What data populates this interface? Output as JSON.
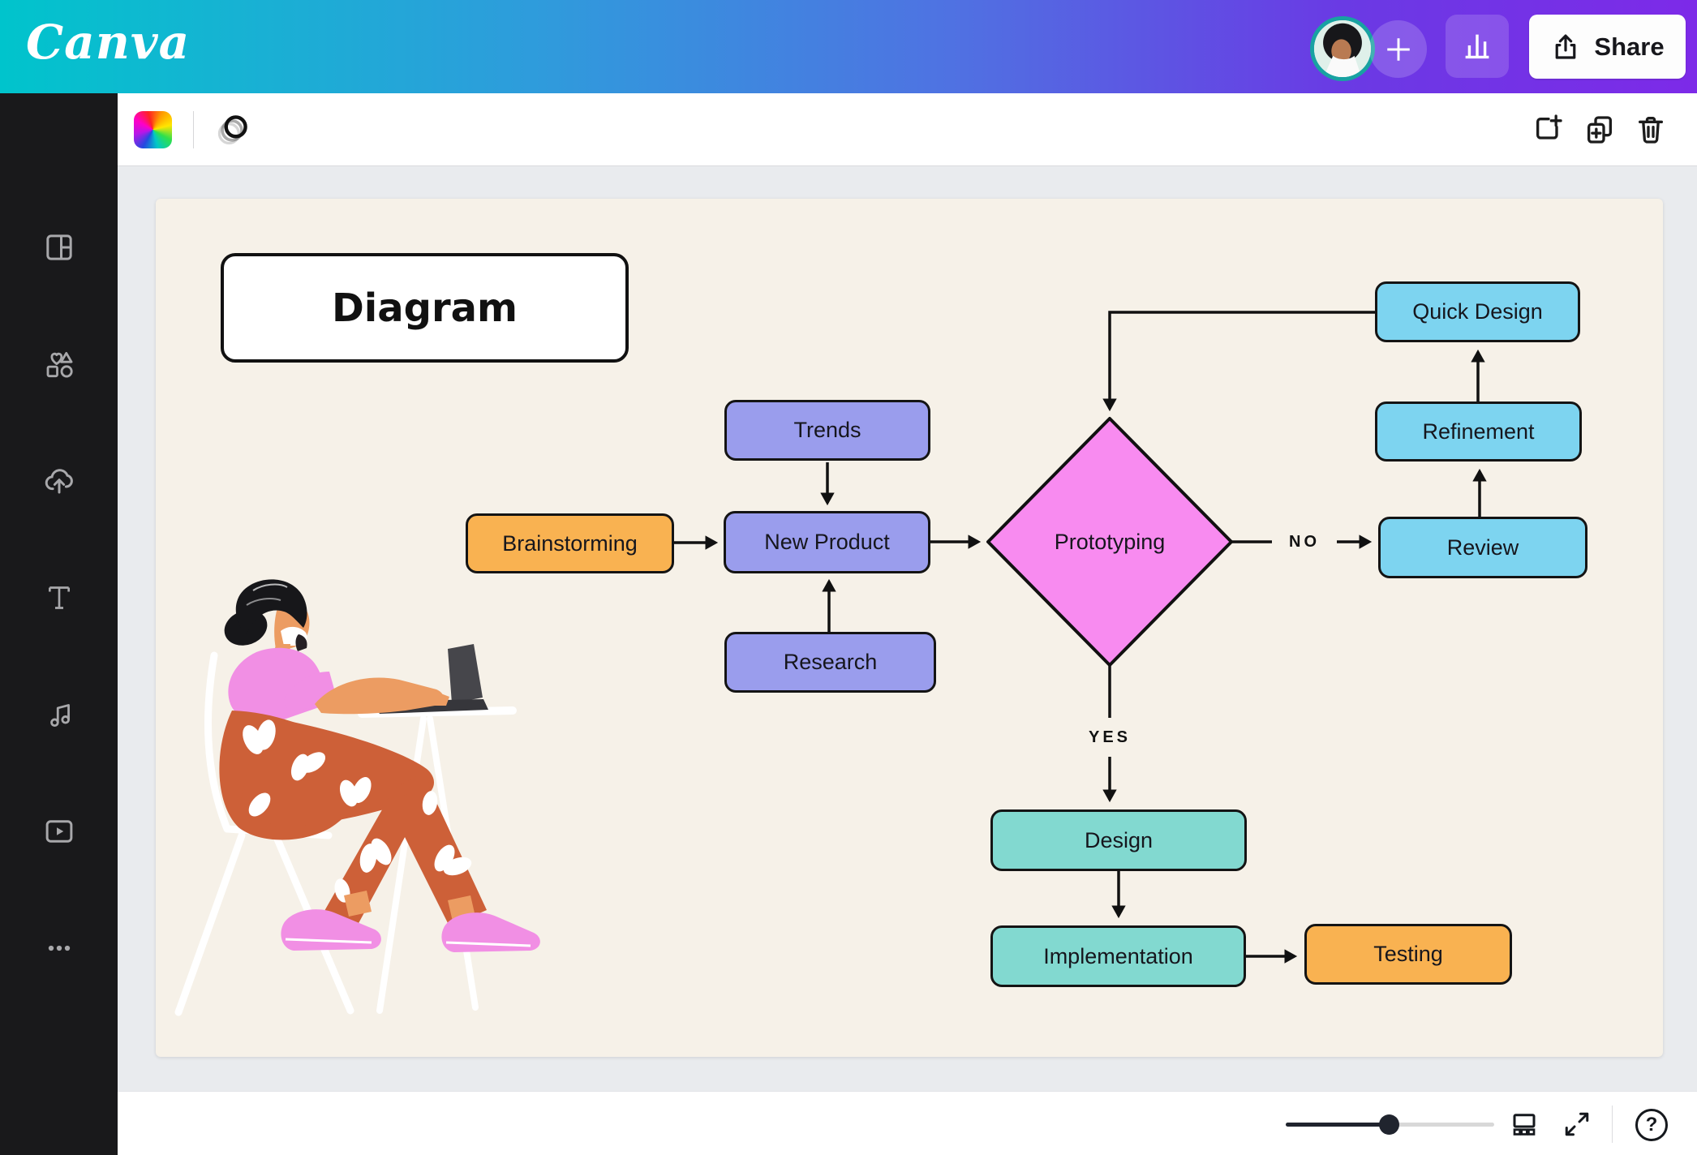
{
  "topbar": {
    "logo": "Canva",
    "share_label": "Share",
    "icons": [
      "avatar",
      "add-account-icon",
      "insights-icon",
      "share-upload-icon"
    ]
  },
  "toolbar": {
    "icons": [
      "color-rainbow-swatch",
      "transparency-icon",
      "add-page-icon",
      "duplicate-page-icon",
      "delete-page-icon"
    ]
  },
  "sidebar": {
    "items": [
      {
        "icon": "templates-icon"
      },
      {
        "icon": "elements-icon"
      },
      {
        "icon": "uploads-icon"
      },
      {
        "icon": "text-icon"
      },
      {
        "icon": "audio-icon"
      },
      {
        "icon": "videos-icon"
      },
      {
        "icon": "more-icon"
      }
    ]
  },
  "canvas": {
    "title": "Diagram",
    "page_color": "#F6F1E8",
    "nodes": [
      {
        "id": "trends",
        "label": "Trends",
        "shape": "rect",
        "color": "#9A9DED"
      },
      {
        "id": "brainstorming",
        "label": "Brainstorming",
        "shape": "rect",
        "color": "#F9B251"
      },
      {
        "id": "new-product",
        "label": "New Product",
        "shape": "rect",
        "color": "#9A9DED"
      },
      {
        "id": "research",
        "label": "Research",
        "shape": "rect",
        "color": "#9A9DED"
      },
      {
        "id": "prototyping",
        "label": "Prototyping",
        "shape": "diamond",
        "color": "#F88BF0"
      },
      {
        "id": "quick-design",
        "label": "Quick Design",
        "shape": "rect",
        "color": "#7DD4F0"
      },
      {
        "id": "refinement",
        "label": "Refinement",
        "shape": "rect",
        "color": "#7DD4F0"
      },
      {
        "id": "review",
        "label": "Review",
        "shape": "rect",
        "color": "#7DD4F0"
      },
      {
        "id": "design",
        "label": "Design",
        "shape": "rect",
        "color": "#82D9D0"
      },
      {
        "id": "implementation",
        "label": "Implementation",
        "shape": "rect",
        "color": "#82D9D0"
      },
      {
        "id": "testing",
        "label": "Testing",
        "shape": "rect",
        "color": "#F9B251"
      }
    ],
    "edges": [
      {
        "from": "trends",
        "to": "new-product"
      },
      {
        "from": "brainstorming",
        "to": "new-product"
      },
      {
        "from": "research",
        "to": "new-product"
      },
      {
        "from": "new-product",
        "to": "prototyping"
      },
      {
        "from": "prototyping",
        "to": "review",
        "label": "NO"
      },
      {
        "from": "review",
        "to": "refinement"
      },
      {
        "from": "refinement",
        "to": "quick-design"
      },
      {
        "from": "quick-design",
        "to": "prototyping"
      },
      {
        "from": "prototyping",
        "to": "design",
        "label": "YES"
      },
      {
        "from": "design",
        "to": "implementation"
      },
      {
        "from": "implementation",
        "to": "testing"
      }
    ],
    "edge_labels": {
      "no": "NO",
      "yes": "YES"
    }
  },
  "bottombar": {
    "icons": [
      "zoom-slider",
      "pages-grid-icon",
      "fullscreen-icon",
      "help-icon"
    ],
    "help_glyph": "?"
  }
}
